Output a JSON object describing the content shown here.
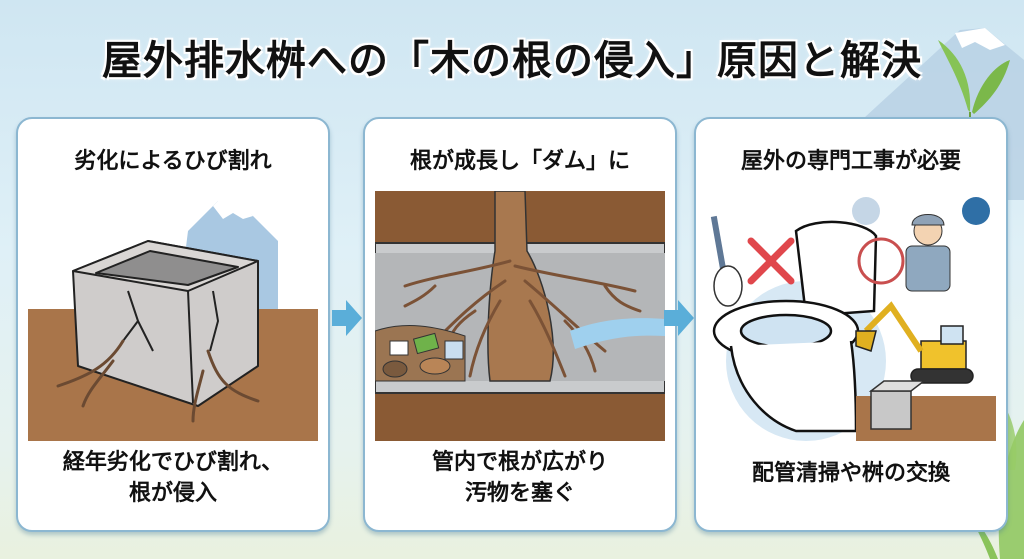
{
  "title": "屋外排水桝への「木の根の侵入」原因と解決",
  "colors": {
    "card_border": "#8cb7d1",
    "arrow": "#5aaed9",
    "soil": "#a9754a",
    "root": "#8a5e3f",
    "pipe": "#b9bcbf",
    "cross": "#e0474c",
    "worker_uniform": "#8fa8bf",
    "excavator": "#f0c22c",
    "leaf": "#7fbf4a",
    "mountain": "#8fb8d9"
  },
  "cards": [
    {
      "heading": "劣化によるひび割れ",
      "illustration": "cracked-catch-basin-with-roots",
      "desc_lines": [
        "経年劣化でひび割れ、",
        "根が侵入"
      ]
    },
    {
      "heading": "根が成長し「ダム」に",
      "illustration": "roots-blocking-pipe",
      "desc_lines": [
        "管内で根が広がり",
        "汚物を塞ぐ"
      ]
    },
    {
      "heading": "屋外の専門工事が必要",
      "illustration": "toilet-brush-no-worker-excavator",
      "desc_lines": [
        "配管清掃や桝の交換"
      ]
    }
  ],
  "arrows": [
    "arrow-right-icon",
    "arrow-right-icon"
  ]
}
